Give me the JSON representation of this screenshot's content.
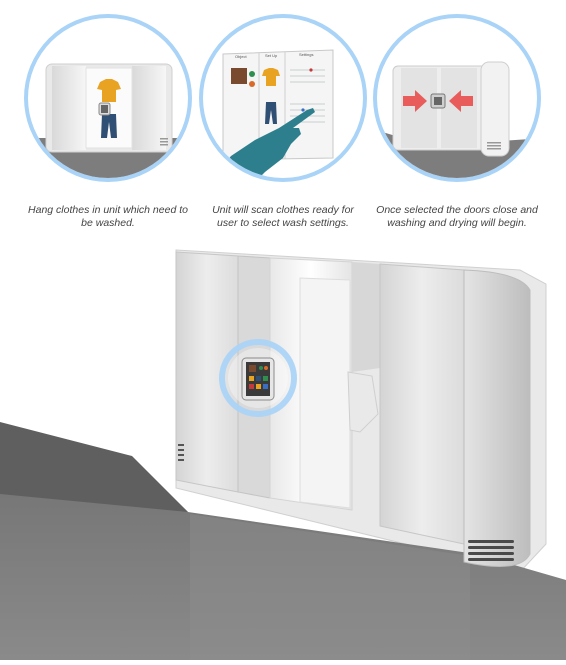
{
  "steps": [
    {
      "caption_line1": "Hang clothes in unit which need to",
      "caption_line2": "be washed."
    },
    {
      "caption_line1": "Unit will scan clothes ready for",
      "caption_line2": "user to select wash settings."
    },
    {
      "caption_line1": "Once selected the doors close and",
      "caption_line2": "washing and drying will begin."
    }
  ],
  "screen": {
    "tabs": [
      "Object",
      "Set Up",
      "Settings"
    ]
  },
  "colors": {
    "ring": "#a9d3f7",
    "shirt": "#e8a323",
    "jeans": "#2f4f74",
    "hand": "#2d7f8e",
    "arrow": "#e85c5c",
    "floor": "#7a7a7a"
  },
  "icons": [
    "hand-pointer-icon",
    "arrow-right-icon",
    "arrow-left-icon",
    "tshirt-icon",
    "jeans-icon"
  ]
}
